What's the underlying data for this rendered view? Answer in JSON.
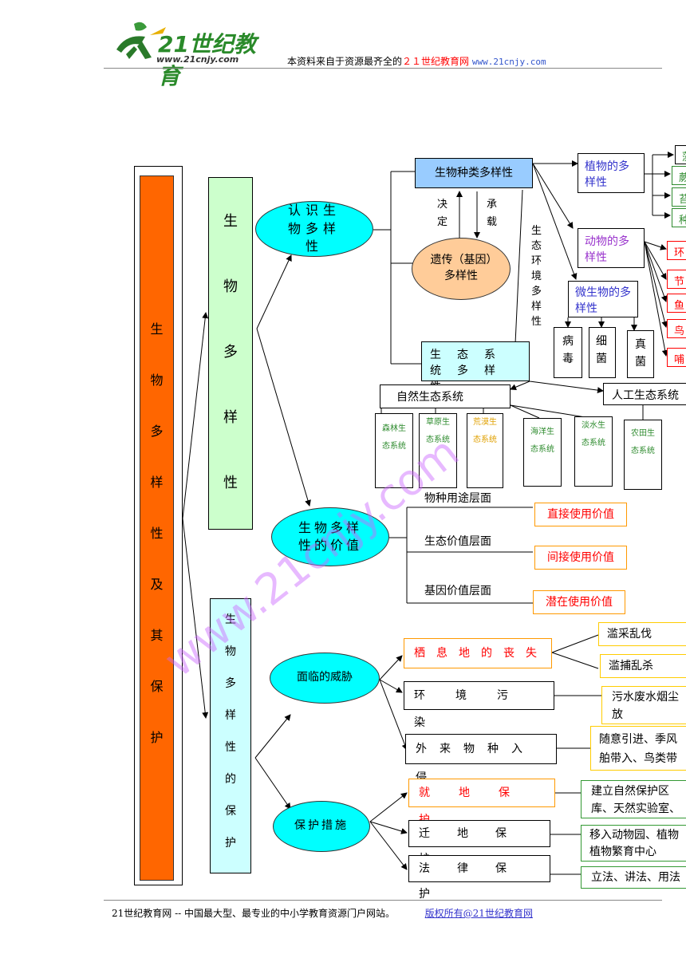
{
  "header": {
    "logo_text": "21世纪教育",
    "logo_url": "www.21cnjy.com",
    "tagline_prefix": "本资料来自于资源最齐全的",
    "tagline_brand": "２１世纪教育网",
    "tagline_url": "www.21cnjy.com"
  },
  "watermark": "www.21cnjy.com",
  "main_title": [
    "生",
    "物",
    "多",
    "样",
    "性",
    "及",
    "其",
    "保",
    "护"
  ],
  "column2_top": [
    "生",
    "物",
    "多",
    "样",
    "性"
  ],
  "column2_bottom": [
    "生",
    "物",
    "多",
    "样",
    "性",
    "的",
    "保",
    "护"
  ],
  "nodes": {
    "recognize": "认识生物多样性",
    "species": "生物种类多样性",
    "decide": "决定",
    "carry": "承载",
    "genetic": "遗传（基因）多样性",
    "eco_env": "生态环境多样性",
    "ecosystem": "生态系统多样性",
    "plant_div": "植物的多样性",
    "animal_div": "动物的多样性",
    "microbe_div": "微生物的多样性",
    "microbes": [
      "病毒",
      "细菌",
      "真菌"
    ],
    "plants_partial": [
      "藻",
      "蕨",
      "苔",
      "种"
    ],
    "animals_partial": [
      "环",
      "节",
      "鱼",
      "鸟",
      "哺"
    ],
    "natural_eco": "自然生态系统",
    "artificial_eco": "人工生态系统",
    "natural_types": [
      {
        "name": "森林生态系统",
        "color": "#2e8b2e"
      },
      {
        "name": "草原生态系统",
        "color": "#2e8b2e"
      },
      {
        "name": "荒漠生态系统",
        "color": "#e0a000"
      },
      {
        "name": "海洋生态系统",
        "color": "#2e8b2e"
      },
      {
        "name": "淡水生态系统",
        "color": "#2e8b2e"
      }
    ],
    "farm_eco": "农田生态系统",
    "value": "生物多样性的价值",
    "value_levels": [
      {
        "level": "物种用途层面",
        "value": "直接使用价值"
      },
      {
        "level": "生态价值层面",
        "value": "间接使用价值"
      },
      {
        "level": "基因价值层面",
        "value": "潜在使用价值"
      }
    ],
    "threat": "面临的威胁",
    "threats": [
      "栖息地的丧失",
      "环境污染",
      "外来物种入侵"
    ],
    "threat_causes_habitat": [
      "滥采乱伐",
      "滥捕乱杀"
    ],
    "threat_cause_pollution": "污水废水烟尘放",
    "threat_cause_invasion": "随意引进、季风舶带入、鸟类带",
    "protect": "保护措施",
    "measures": [
      "就地保护",
      "迁地保护",
      "法律保护"
    ],
    "measure_details": [
      "建立自然保护区库、天然实验室、活",
      "移入动物园、植物植物繁育中心",
      "立法、讲法、用法"
    ]
  },
  "footer": {
    "text": "21世纪教育网 -- 中国最大型、最专业的中小学教育资源门户网站。",
    "link": "版权所有@21世纪教育网"
  },
  "colors": {
    "title_bg": "#ff6600",
    "green_bg": "#ccffcc",
    "cyan_ellipse": "#00ffff",
    "orange_ellipse": "#ffcc99",
    "blue_box": "#99ccff",
    "pale_cyan": "#ccffff",
    "red_text": "#ff0000",
    "orange_border": "#ff9900",
    "yellow_border": "#ffcc00",
    "green_border": "#339933"
  }
}
